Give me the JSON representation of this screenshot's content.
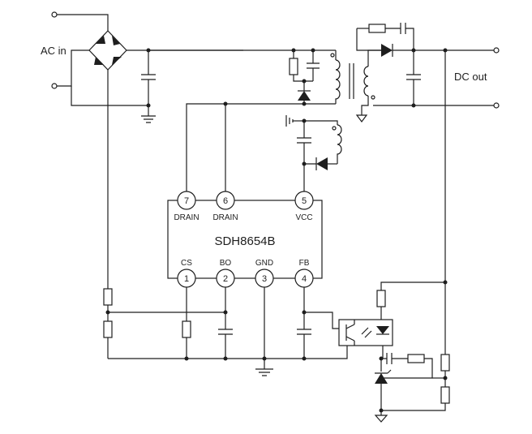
{
  "labels": {
    "ac_in": "AC in",
    "dc_out": "DC out",
    "chip_name": "SDH8654B"
  },
  "pins": [
    {
      "num": "7",
      "name": "DRAIN"
    },
    {
      "num": "6",
      "name": "DRAIN"
    },
    {
      "num": "5",
      "name": "VCC"
    },
    {
      "num": "1",
      "name": "CS"
    },
    {
      "num": "2",
      "name": "BO"
    },
    {
      "num": "3",
      "name": "GND"
    },
    {
      "num": "4",
      "name": "FB"
    }
  ]
}
